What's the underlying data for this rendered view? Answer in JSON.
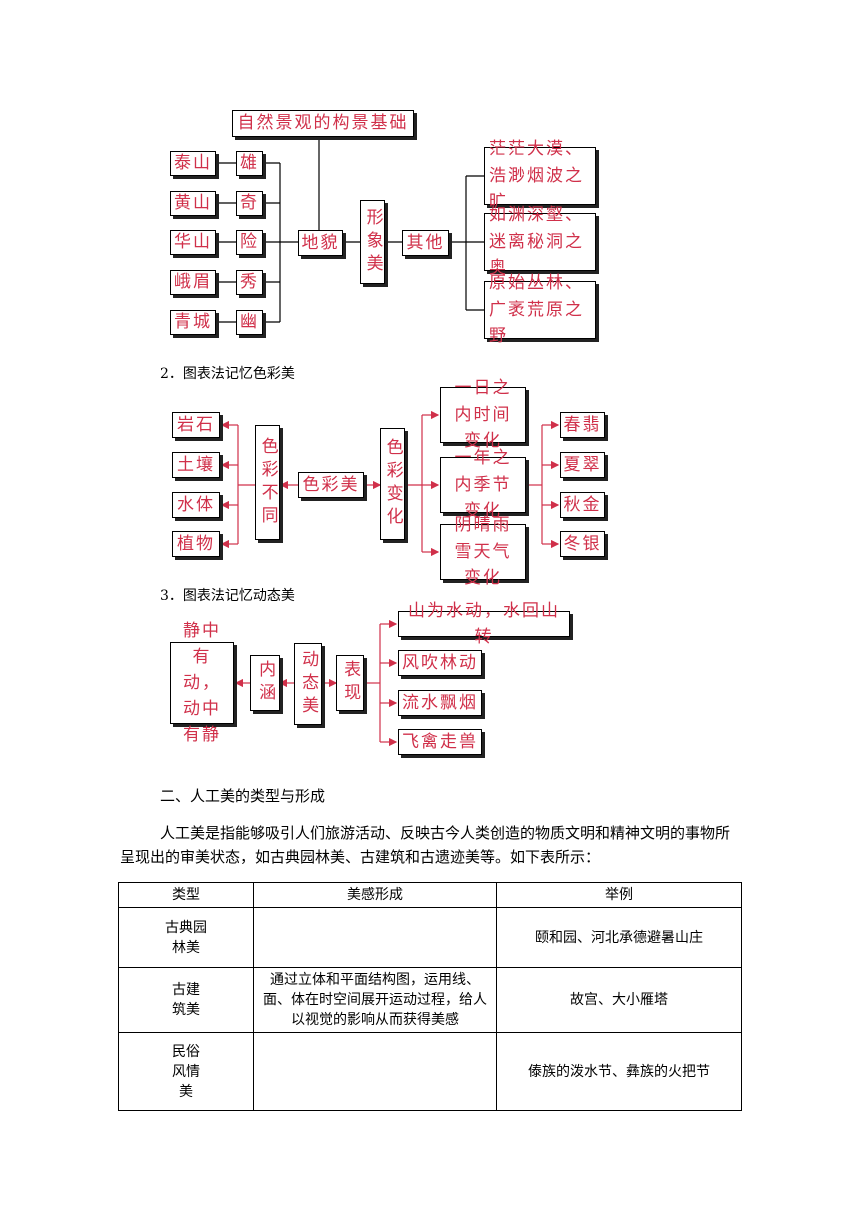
{
  "diagram1": {
    "title": "自然景观的构景基础",
    "mountains": [
      "泰山",
      "黄山",
      "华山",
      "峨眉",
      "青城"
    ],
    "traits": [
      "雄",
      "奇",
      "险",
      "秀",
      "幽"
    ],
    "landform": "地貌",
    "center": "形象美",
    "other": "其他",
    "right_items": [
      "茫茫大漠、浩渺烟波之旷",
      "如渊深壑、迷离秘洞之奥",
      "原始丛林、广袤荒原之野"
    ]
  },
  "caption2": "2．图表法记忆色彩美",
  "diagram2": {
    "left_items": [
      "岩石",
      "土壤",
      "水体",
      "植物"
    ],
    "diff": "色彩不同",
    "center": "色彩美",
    "change": "色彩变化",
    "mid_items": [
      "一日之内时间变化",
      "一年之内季节变化",
      "阴晴雨雪天气变化"
    ],
    "right_items": [
      "春翡",
      "夏翠",
      "秋金",
      "冬银"
    ]
  },
  "caption3": "3．图表法记忆动态美",
  "diagram3": {
    "left": "静中有动，动中有静",
    "connotation": "内涵",
    "center": "动态美",
    "expression": "表现",
    "right_items": [
      "山为水动，水回山转",
      "风吹林动",
      "流水飘烟",
      "飞禽走兽"
    ]
  },
  "section_heading": "二、人工美的类型与形成",
  "paragraph_line1": "人工美是指能够吸引人们旅游活动、反映古今人类创造的物质文明和精神文明的事物所",
  "paragraph_line2": "呈现出的审美状态，如古典园林美、古建筑和古遗迹美等。如下表所示：",
  "table": {
    "headers": [
      "类型",
      "美感形成",
      "举例"
    ],
    "rows": [
      {
        "type": "古典园林美",
        "formation": "",
        "example": "颐和园、河北承德避暑山庄"
      },
      {
        "type": "古建筑美",
        "formation": "通过立体和平面结构图，运用线、面、体在时空间展开运动过程，给人以视觉的影响从而获得美感",
        "example": "故宫、大小雁塔"
      },
      {
        "type": "民俗风情美",
        "formation": "",
        "example": "傣族的泼水节、彝族的火把节"
      }
    ]
  }
}
